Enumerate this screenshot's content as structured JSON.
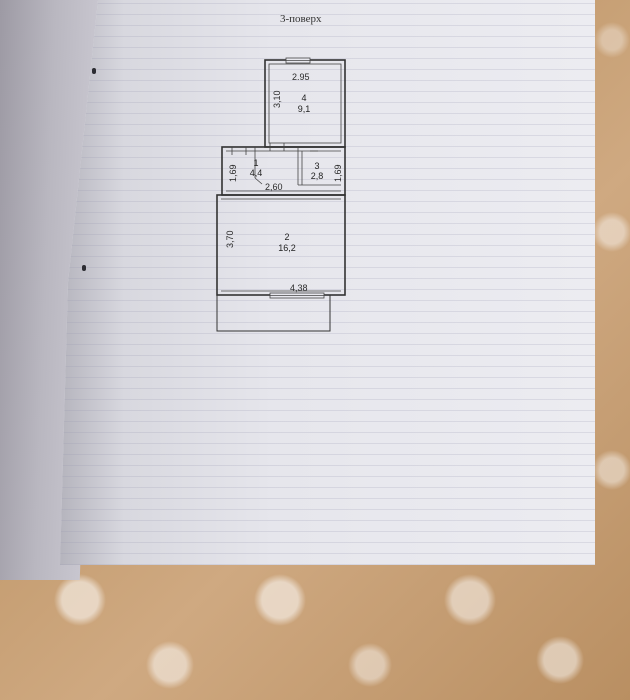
{
  "document": {
    "floor_label": "3-поверх"
  },
  "rooms": [
    {
      "number": "4",
      "area": "9,1"
    },
    {
      "number": "1",
      "area": "4,4"
    },
    {
      "number": "3",
      "area": "2,8"
    },
    {
      "number": "2",
      "area": "16,2"
    }
  ],
  "dimensions": {
    "top_width": "2.95",
    "room4_height": "3,10",
    "room1_height": "1,69",
    "room3_height": "1,69",
    "corridor_width": "2,60",
    "room2_height": "3,70",
    "bottom_width": "4,38"
  }
}
